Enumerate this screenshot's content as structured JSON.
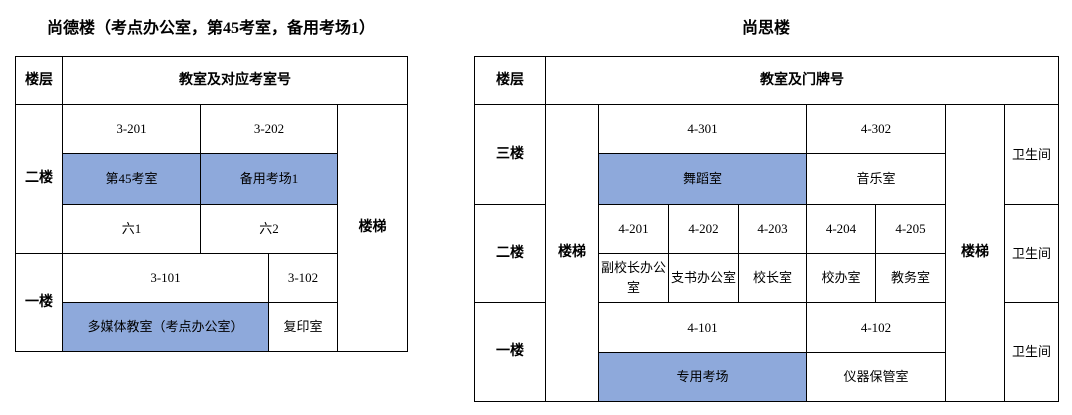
{
  "theme": {
    "background": "#FFFFFF",
    "text": "#000000",
    "border": "#000000",
    "highlight": "#8EA9DB"
  },
  "shangde": {
    "title": "尚德楼（考点办公室，第45考室，备用考场1）",
    "header": {
      "floor": "楼层",
      "rooms": "教室及对应考室号"
    },
    "stairs": "楼梯",
    "floor2": {
      "label": "二楼",
      "room1": "3-201",
      "room2": "3-202",
      "exam45": "第45考室",
      "backup": "备用考场1",
      "class1": "六1",
      "class2": "六2"
    },
    "floor1": {
      "label": "一楼",
      "room1": "3-101",
      "room2": "3-102",
      "multimedia": "多媒体教室（考点办公室）",
      "copy_room": "复印室"
    }
  },
  "shangsi": {
    "title": "尚思楼",
    "header": {
      "floor": "楼层",
      "rooms": "教室及门牌号"
    },
    "stairs_left": "楼梯",
    "stairs_right": "楼梯",
    "floor3": {
      "label": "三楼",
      "room1": "4-301",
      "room2": "4-302",
      "dance": "舞蹈室",
      "music": "音乐室",
      "restroom": "卫生间"
    },
    "floor2": {
      "label": "二楼",
      "room1": "4-201",
      "room2": "4-202",
      "room3": "4-203",
      "room4": "4-204",
      "room5": "4-205",
      "office1": "副校长办公室",
      "office2": "支书办公室",
      "office3": "校长室",
      "office4": "校办室",
      "office5": "教务室",
      "restroom": "卫生间"
    },
    "floor1": {
      "label": "一楼",
      "room1": "4-101",
      "room2": "4-102",
      "special_exam": "专用考场",
      "instrument": "仪器保管室",
      "restroom": "卫生间"
    }
  }
}
